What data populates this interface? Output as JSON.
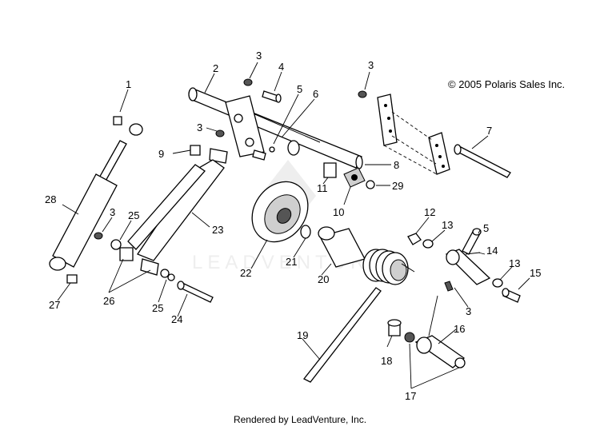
{
  "copyright": "© 2005 Polaris Sales Inc.",
  "footer": "Rendered by LeadVenture, Inc.",
  "watermark": "LEADVENTURE",
  "callouts": [
    "1",
    "2",
    "3",
    "4",
    "5",
    "6",
    "3",
    "3",
    "7",
    "8",
    "9",
    "29",
    "11",
    "10",
    "28",
    "3",
    "25",
    "23",
    "12",
    "13",
    "5",
    "14",
    "21",
    "22",
    "20",
    "13",
    "15",
    "27",
    "26",
    "25",
    "3",
    "24",
    "19",
    "16",
    "18",
    "17"
  ]
}
